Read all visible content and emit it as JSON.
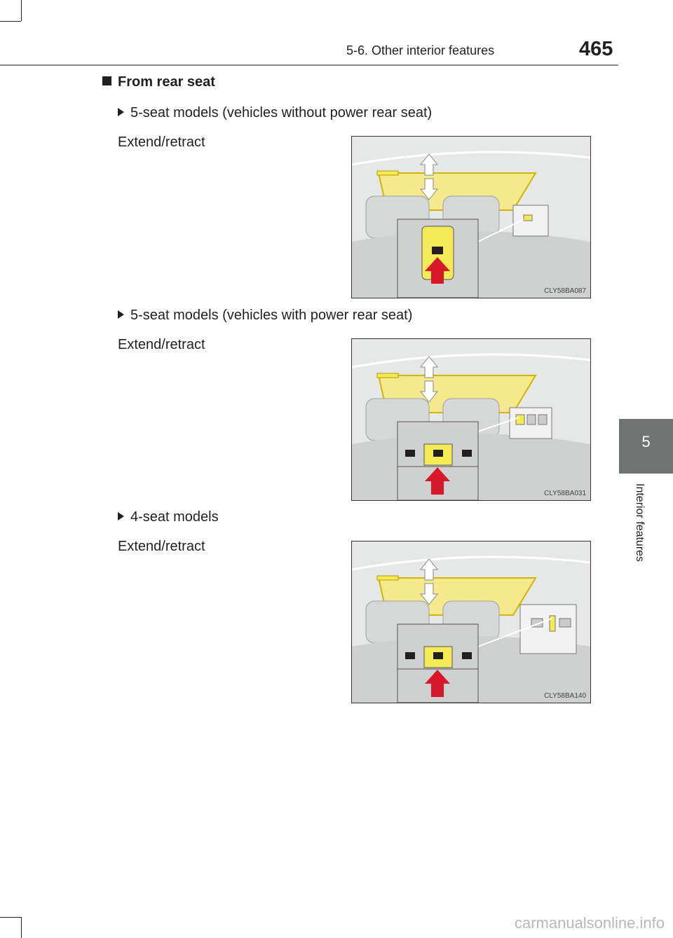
{
  "header": {
    "section": "5-6. Other interior features",
    "page_number": "465"
  },
  "side_tab": {
    "chapter_number": "5",
    "chapter_title": "Interior features"
  },
  "content": {
    "heading": "From rear seat",
    "items": [
      {
        "model": "5-seat models (vehicles without power rear seat)",
        "instruction": "Extend/retract",
        "figure_code": "CLY58BA087"
      },
      {
        "model": "5-seat models (vehicles with power rear seat)",
        "instruction": "Extend/retract",
        "figure_code": "CLY58BA031"
      },
      {
        "model": "4-seat models",
        "instruction": "Extend/retract",
        "figure_code": "CLY58BA140"
      }
    ]
  },
  "watermark": "carmanualsonline.info",
  "colors": {
    "shade_yellow": "#f4e98c",
    "switch_yellow": "#f3ea55",
    "arrow_red": "#d7182a",
    "tab_gray": "#6f7473"
  }
}
